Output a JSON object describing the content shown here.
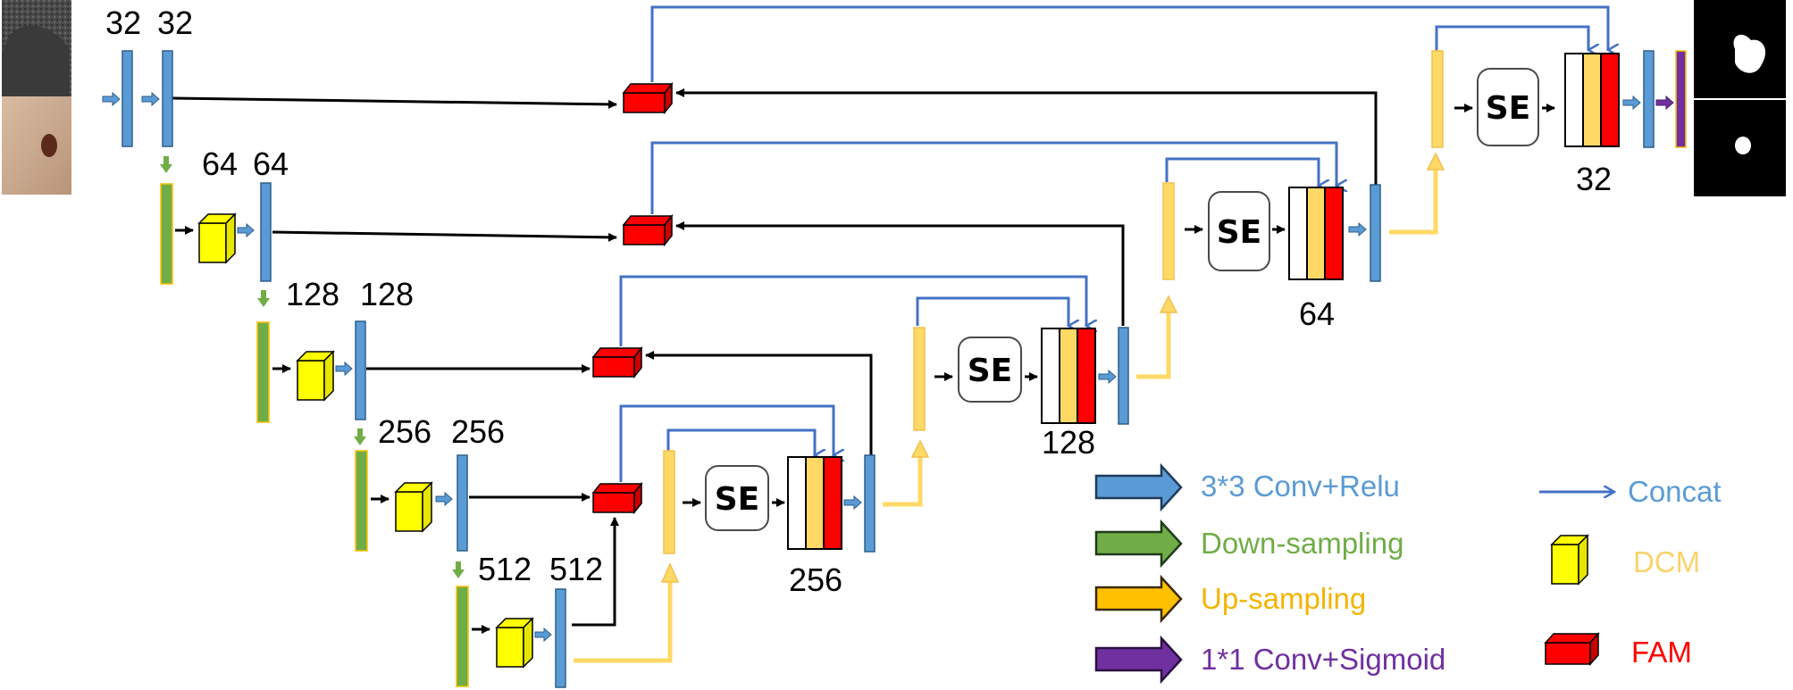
{
  "channels": {
    "enc1_a": "32",
    "enc1_b": "32",
    "enc2_a": "64",
    "enc2_b": "64",
    "enc3_a": "128",
    "enc3_b": "128",
    "enc4_a": "256",
    "enc4_b": "256",
    "enc5_a": "512",
    "enc5_b": "512",
    "dec4": "256",
    "dec3": "128",
    "dec2": "64",
    "dec1": "32"
  },
  "se_label": "SE",
  "legend": {
    "conv": "3*3 Conv+Relu",
    "down": "Down-sampling",
    "up": "Up-sampling",
    "sigmoid": "1*1 Conv+Sigmoid",
    "concat": "Concat",
    "dcm": "DCM",
    "fam": "FAM"
  },
  "colors": {
    "conv": "#5B9BD5",
    "conv_border": "#2E5E8C",
    "down": "#70AD47",
    "up": "#FFD966",
    "up_border": "#F2C14E",
    "sigmoid": "#7030A0",
    "dcm": "#FFFF00",
    "fam": "#FF0000",
    "concat": "#4472C4",
    "legend_up_text": "#F4B400",
    "legend_dcm_text": "#F9D36B"
  }
}
